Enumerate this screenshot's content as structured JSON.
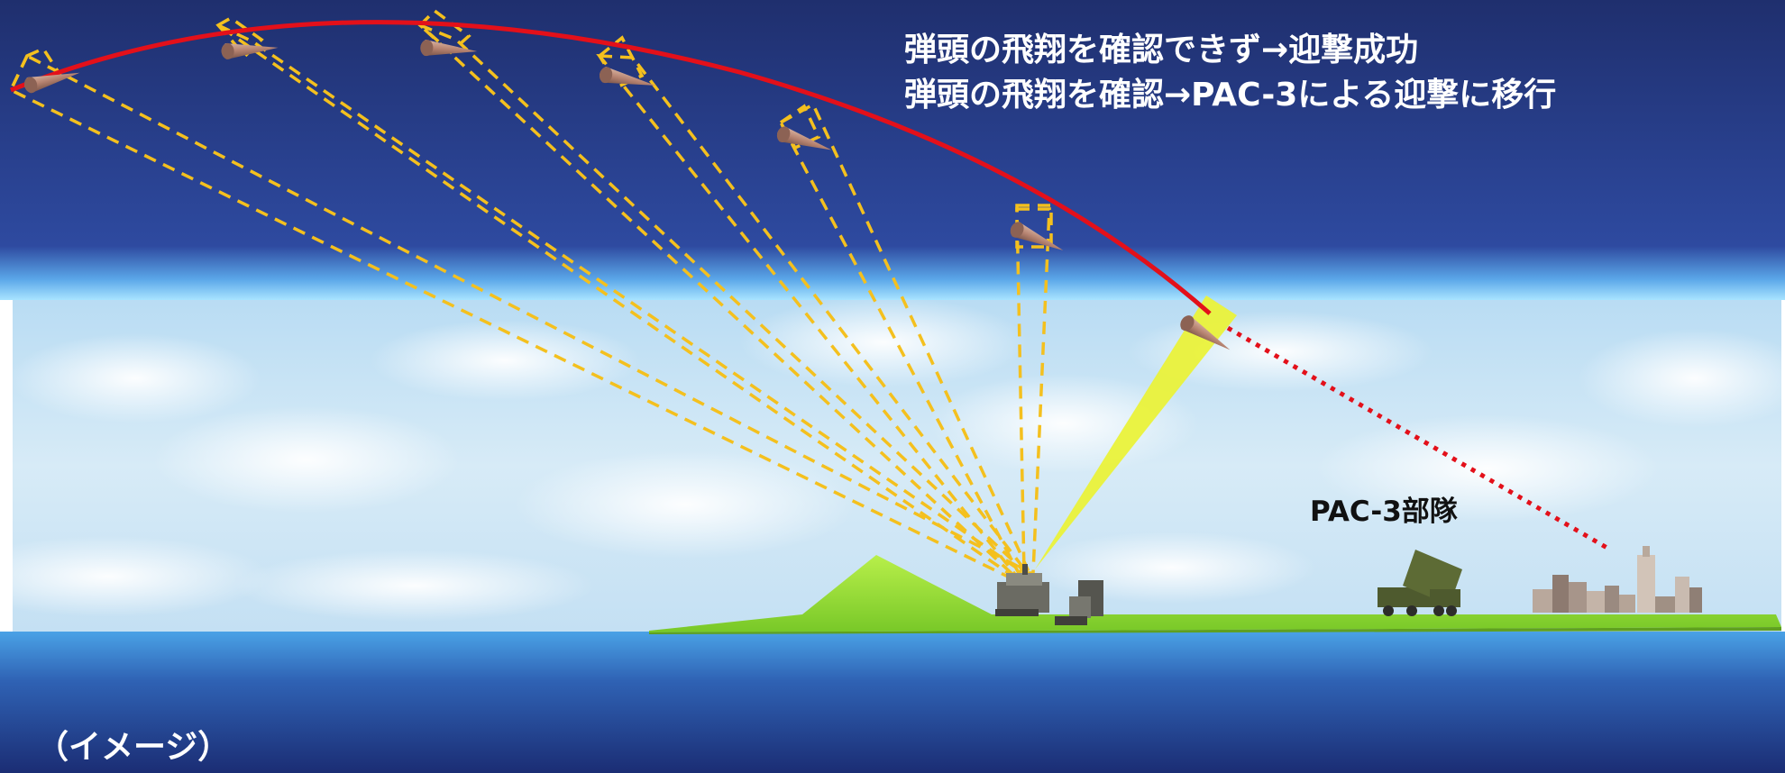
{
  "captions": {
    "line1": "弾頭の飛翔を確認できず→迎撃成功",
    "line2": "弾頭の飛翔を確認→PAC-3による迎撃に移行"
  },
  "labels": {
    "pac3_unit": "PAC-3部隊",
    "image_note": "（イメージ）"
  },
  "colors": {
    "space_top": "#1f2f6e",
    "space_bottom": "#2e4aa0",
    "horizon_glow": "#8fd8ff",
    "sky": "#cfe6f6",
    "trajectory": "#e3101a",
    "radar_beam": "#f4c01e",
    "tracking_beam": "#eaf23a",
    "ground": "#9be03a",
    "hill": "#86d82a",
    "sea_top": "#4aa2e6",
    "sea_bottom": "#1b2d74"
  },
  "icons": [
    "warhead-icon",
    "radar-icon",
    "pac3-launcher-icon",
    "city-icon"
  ]
}
